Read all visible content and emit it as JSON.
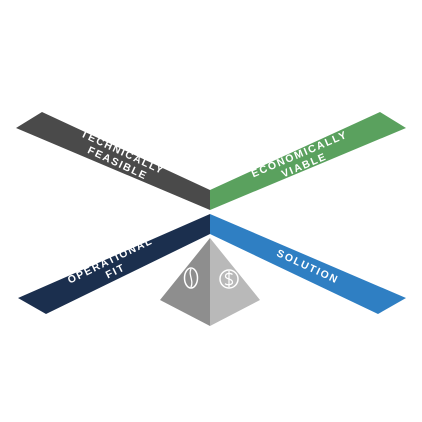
{
  "diagram": {
    "arms": [
      {
        "id": "technically-feasible",
        "lines": [
          "TECHNICALLY",
          "FEASIBLE"
        ],
        "color": "#4a4a4a"
      },
      {
        "id": "economically-viable",
        "lines": [
          "ECONOMICALLY",
          "VIABLE"
        ],
        "color": "#5aa15e"
      },
      {
        "id": "operational-fit",
        "lines": [
          "OPERATIONAL",
          "FIT"
        ],
        "color": "#1b2f4e"
      },
      {
        "id": "solution",
        "lines": [
          "SOLUTION"
        ],
        "color": "#2f7fc3"
      }
    ],
    "pyramid": {
      "left_face_color": "#8e8e8e",
      "right_face_color": "#b9b9b9",
      "left_icon": "coffee-bean-icon",
      "right_icon": "dollar-icon"
    }
  }
}
